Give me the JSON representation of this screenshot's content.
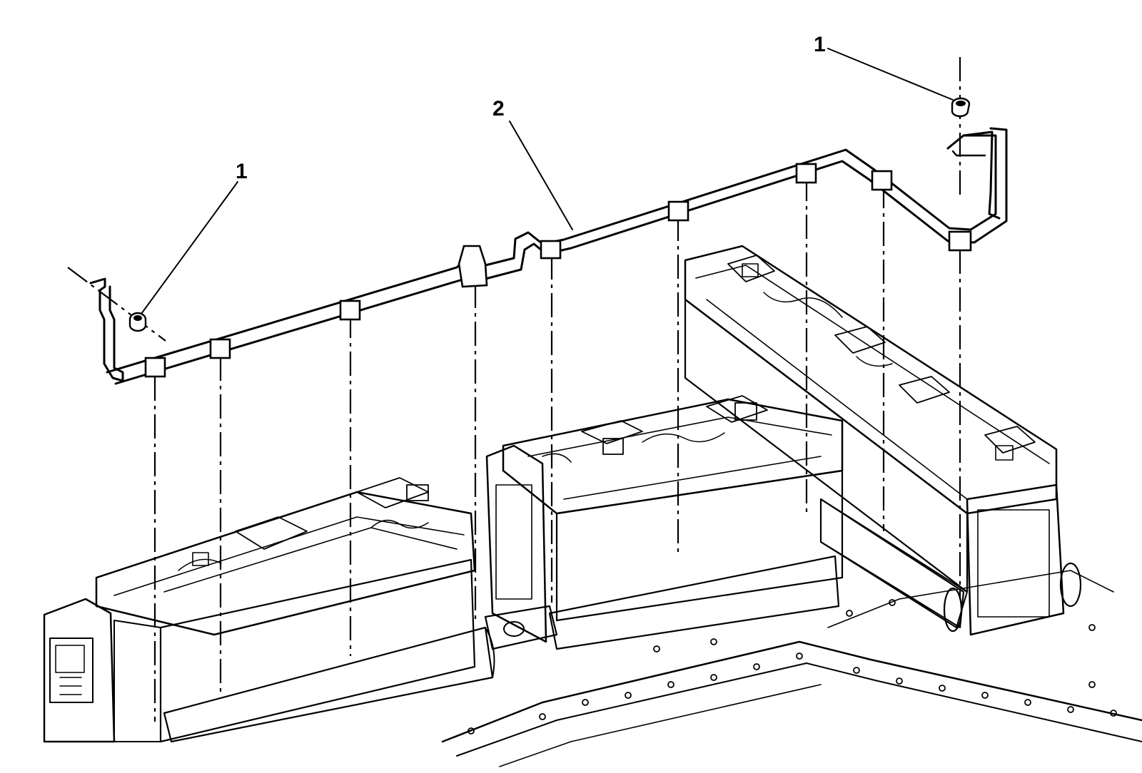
{
  "diagram": {
    "callouts": {
      "left_fastener": "1",
      "right_fastener": "1",
      "harness": "2"
    }
  }
}
